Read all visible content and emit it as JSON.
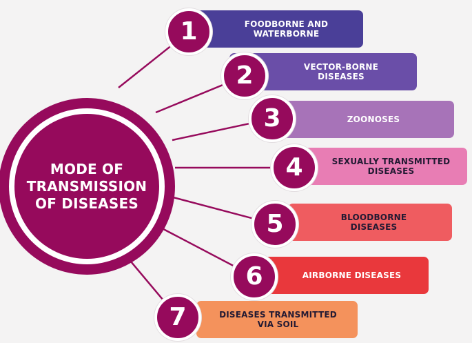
{
  "diagram": {
    "title": "MODE OF\nTRANSMISSION\nOF DISEASES",
    "colors": {
      "hub": "#960a5c",
      "badge": "#960a5c",
      "line": "#960a5c"
    },
    "items": [
      {
        "number": "1",
        "label": "FOODBORNE AND\nWATERBORNE",
        "color": "#4a3f98",
        "text_color": "#ffffff"
      },
      {
        "number": "2",
        "label": "VECTOR-BORNE\nDISEASES",
        "color": "#6a4ea8",
        "text_color": "#ffffff"
      },
      {
        "number": "3",
        "label": "ZOONOSES",
        "color": "#a773b8",
        "text_color": "#ffffff"
      },
      {
        "number": "4",
        "label": "SEXUALLY TRANSMITTED\nDISEASES",
        "color": "#e87db4",
        "text_color": "#231a33"
      },
      {
        "number": "5",
        "label": "BLOODBORNE\nDISEASES",
        "color": "#ef5c60",
        "text_color": "#231a33"
      },
      {
        "number": "6",
        "label": "AIRBORNE DISEASES",
        "color": "#e9383c",
        "text_color": "#ffffff"
      },
      {
        "number": "7",
        "label": "DISEASES TRANSMITTED\nVIA SOIL",
        "color": "#f4925c",
        "text_color": "#231a33"
      }
    ]
  }
}
